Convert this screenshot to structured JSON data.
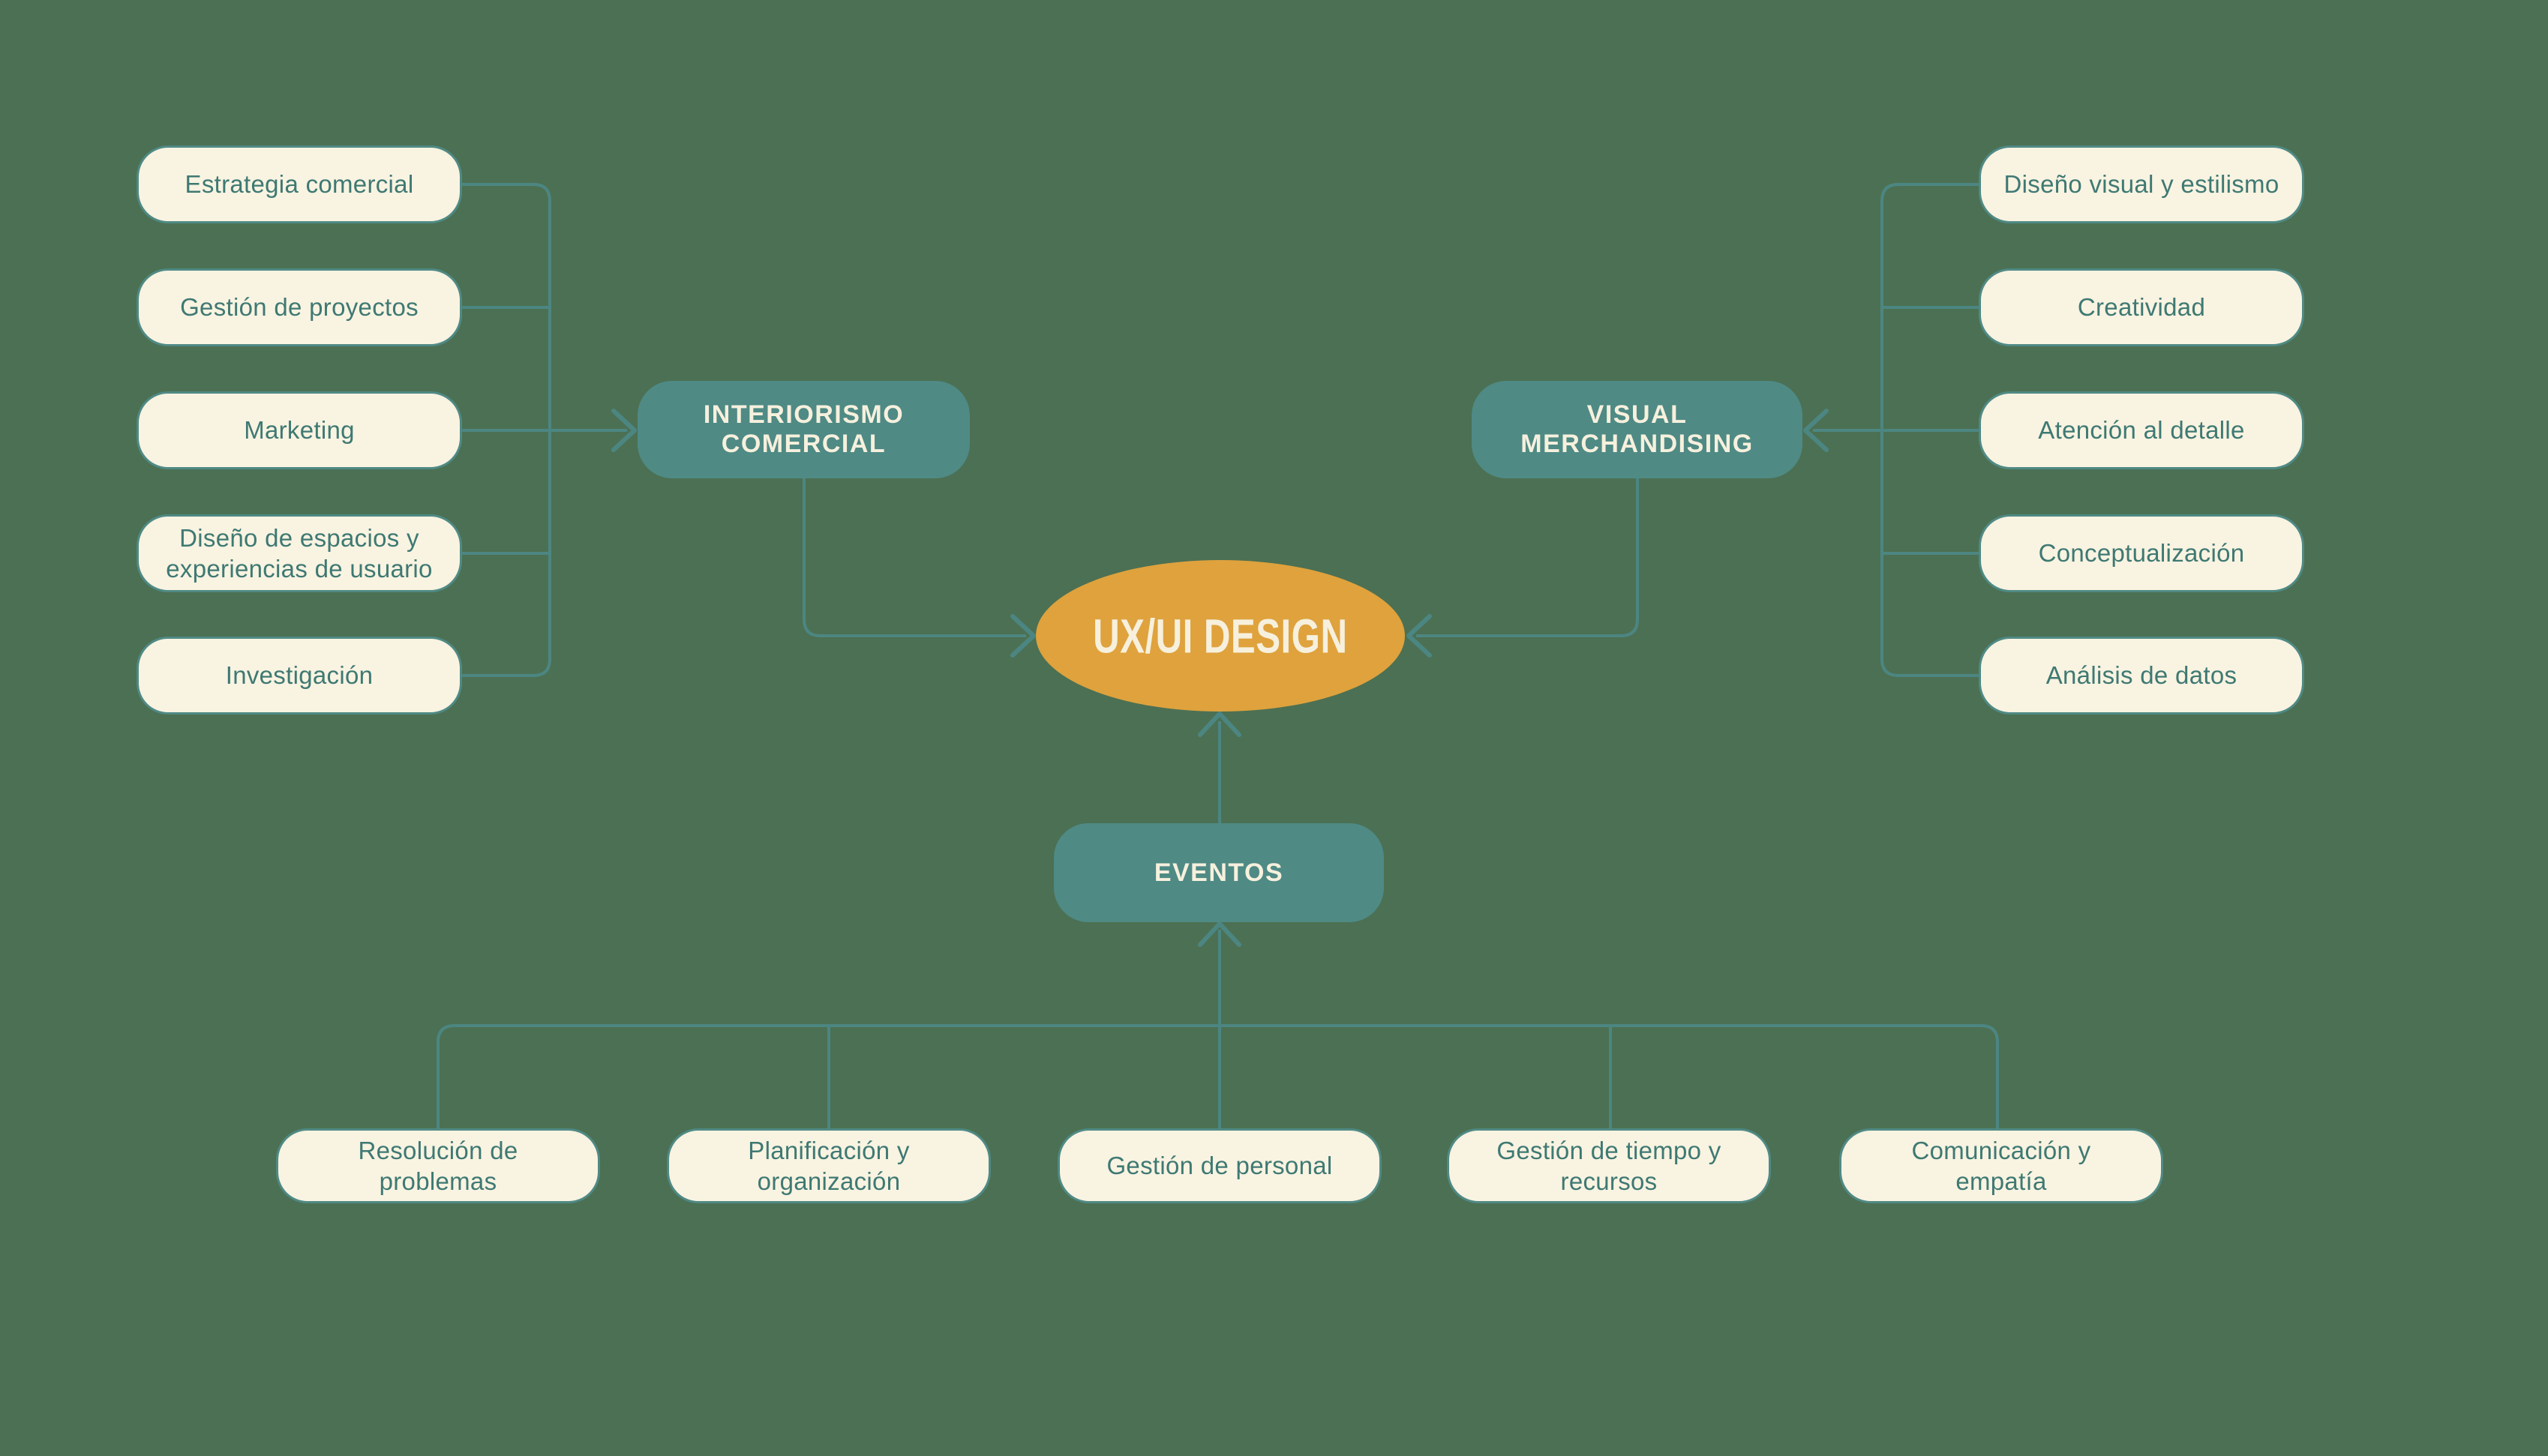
{
  "title": "UX/UI DESIGN",
  "colors": {
    "background": "#4c7053",
    "node_teal": "#4f8a85",
    "node_cream": "#f9f3e1",
    "accent_orange": "#dfa23d",
    "line": "#4c8682",
    "leaf_text": "#3e7973",
    "header_text": "#f6f0dd"
  },
  "central": {
    "label": "UX/UI DESIGN"
  },
  "branches": [
    {
      "label": "INTERIORISMO COMERCIAL",
      "children": [
        {
          "label": "Estrategia comercial"
        },
        {
          "label": "Gestión de proyectos"
        },
        {
          "label": "Marketing"
        },
        {
          "label": "Diseño de espacios y experiencias de usuario"
        },
        {
          "label": "Investigación"
        }
      ]
    },
    {
      "label": "VISUAL MERCHANDISING",
      "children": [
        {
          "label": "Diseño visual y estilismo"
        },
        {
          "label": "Creatividad"
        },
        {
          "label": "Atención al detalle"
        },
        {
          "label": "Conceptualización"
        },
        {
          "label": "Análisis de datos"
        }
      ]
    },
    {
      "label": "EVENTOS",
      "children": [
        {
          "label": "Resolución de problemas"
        },
        {
          "label": "Planificación y organización"
        },
        {
          "label": "Gestión de personal"
        },
        {
          "label": "Gestión de tiempo y recursos"
        },
        {
          "label": "Comunicación y empatía"
        }
      ]
    }
  ]
}
